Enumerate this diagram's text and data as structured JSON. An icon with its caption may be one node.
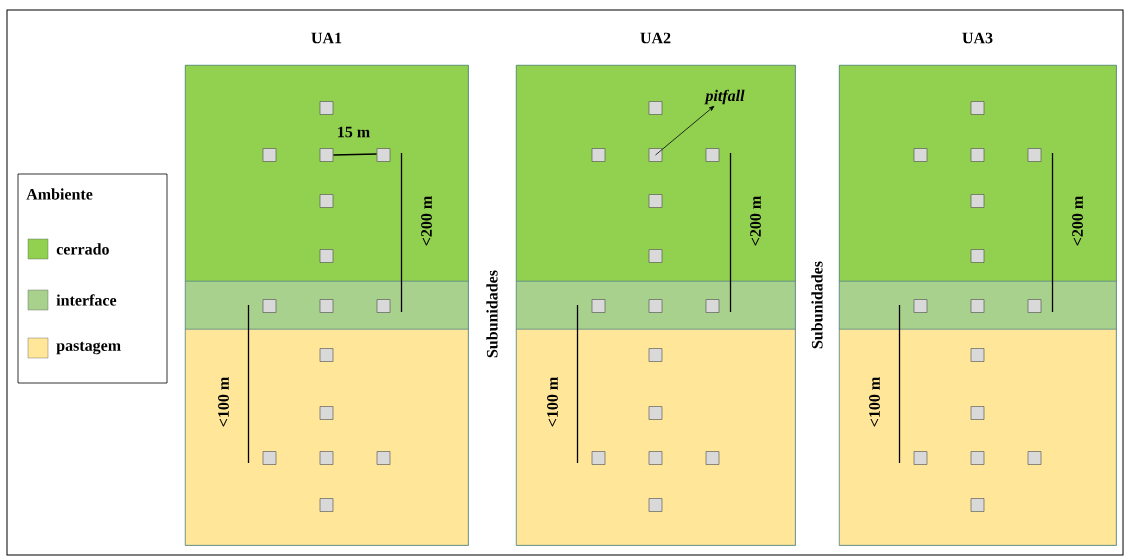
{
  "diagram": {
    "nodes": [
      {
        "text": [
          "UA1"
        ]
      },
      {
        "text": [],
        "shape": "box",
        "in": 0
      },
      {
        "text": [],
        "shape": "box",
        "in": 1
      },
      {
        "text": [],
        "shape": "box",
        "in": 1
      },
      {
        "text": [],
        "shape": "box",
        "in": 1
      },
      {
        "text": [],
        "shape": "box",
        "in": 1
      },
      {
        "text": [],
        "shape": "box",
        "in": 1
      },
      {
        "text": [],
        "shape": "box",
        "in": 1
      },
      {
        "text": [],
        "shape": "box",
        "in": 0
      },
      {
        "text": [],
        "shape": "box",
        "in": 8
      },
      {
        "text": [],
        "shape": "box",
        "in": 8
      },
      {
        "text": [],
        "shape": "box",
        "in": 8
      },
      {
        "text": [],
        "shape": "box",
        "in": 0
      },
      {
        "text": [],
        "shape": "box",
        "in": 12
      },
      {
        "text": [],
        "shape": "box",
        "in": 12
      },
      {
        "text": [],
        "shape": "box",
        "in": 12
      },
      {
        "text": [],
        "shape": "box",
        "in": 12
      },
      {
        "text": [],
        "shape": "box",
        "in": 12
      },
      {
        "text": [],
        "shape": "box",
        "in": 12
      },
      {
        "text": [
          "UA2"
        ]
      },
      {
        "text": [],
        "shape": "box",
        "in": 19
      },
      {
        "text": [],
        "shape": "box",
        "in": 20
      },
      {
        "text": [],
        "shape": "box",
        "in": 20
      },
      {
        "text": [],
        "shape": "box",
        "in": 20
      },
      {
        "text": [],
        "shape": "box",
        "in": 20
      },
      {
        "text": [],
        "shape": "box",
        "in": 20
      },
      {
        "text": [],
        "shape": "box",
        "in": 20
      },
      {
        "text": [
          "pitfall"
        ],
        "in": 20
      },
      {
        "text": [],
        "shape": "box",
        "in": 19
      },
      {
        "text": [],
        "shape": "box",
        "in": 28
      },
      {
        "text": [],
        "shape": "box",
        "in": 28
      },
      {
        "text": [],
        "shape": "box",
        "in": 28
      },
      {
        "text": [],
        "shape": "box",
        "in": 19
      },
      {
        "text": [],
        "shape": "box",
        "in": 32
      },
      {
        "text": [],
        "shape": "box",
        "in": 32
      },
      {
        "text": [],
        "shape": "box",
        "in": 32
      },
      {
        "text": [],
        "shape": "box",
        "in": 32
      },
      {
        "text": [],
        "shape": "box",
        "in": 32
      },
      {
        "text": [],
        "shape": "box",
        "in": 32
      },
      {
        "text": [
          "UA3"
        ]
      },
      {
        "text": [],
        "shape": "box",
        "in": 39
      },
      {
        "text": [],
        "shape": "box",
        "in": 40
      },
      {
        "text": [],
        "shape": "box",
        "in": 40
      },
      {
        "text": [],
        "shape": "box",
        "in": 40
      },
      {
        "text": [],
        "shape": "box",
        "in": 40
      },
      {
        "text": [],
        "shape": "box",
        "in": 40
      },
      {
        "text": [],
        "shape": "box",
        "in": 40
      },
      {
        "text": [],
        "shape": "box",
        "in": 39
      },
      {
        "text": [],
        "shape": "box",
        "in": 47
      },
      {
        "text": [],
        "shape": "box",
        "in": 47
      },
      {
        "text": [],
        "shape": "box",
        "in": 47
      },
      {
        "text": [],
        "shape": "box",
        "in": 39
      },
      {
        "text": [],
        "shape": "box",
        "in": 51
      },
      {
        "text": [],
        "shape": "box",
        "in": 51
      },
      {
        "text": [],
        "shape": "box",
        "in": 51
      },
      {
        "text": [],
        "shape": "box",
        "in": 51
      },
      {
        "text": [],
        "shape": "box",
        "in": 51
      },
      {
        "text": [],
        "shape": "box",
        "in": 51
      }
    ],
    "edges": [
      {
        "from": 23,
        "to": 27,
        "arrow": "to"
      }
    ],
    "labels": [
      "Ambiente",
      "15 m",
      "<200 m",
      "<100 m",
      "Subunidades",
      "<200 m",
      "<100 m",
      "Subunidades",
      "<200 m",
      "<100 m"
    ],
    "legend": [
      {
        "text": "cerrado",
        "color": "#92d050"
      },
      {
        "text": "interface",
        "color": "#a9d18e"
      },
      {
        "text": "pastagem",
        "color": "#ffe699"
      }
    ]
  }
}
